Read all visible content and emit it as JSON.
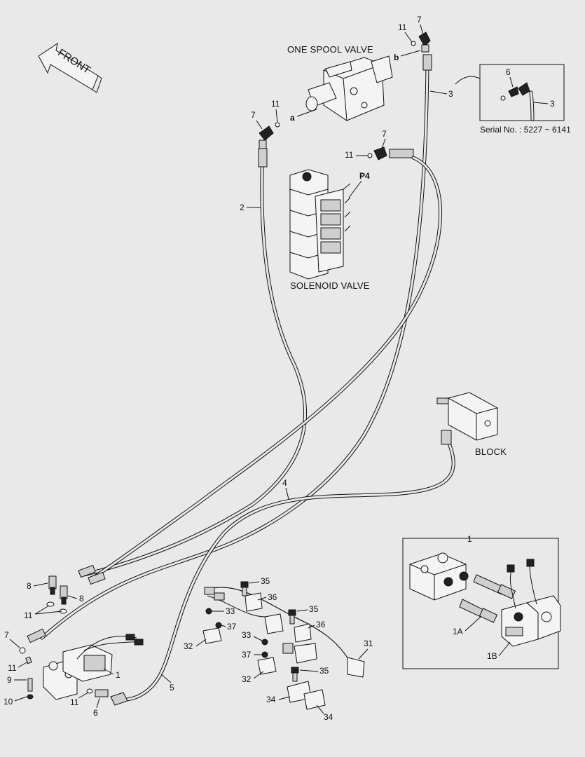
{
  "labels": {
    "front": "FRONT",
    "one_spool_valve": "ONE SPOOL VALVE",
    "solenoid_valve": "SOLENOID VALVE",
    "block": "BLOCK",
    "serial_no": "Serial No. : 5227 ~ 6141",
    "port_a": "a",
    "port_b": "b",
    "port_p4": "P4"
  },
  "inset_main": {
    "callout": "1",
    "sub_a": "1A",
    "sub_b": "1B"
  },
  "inset_serial": {
    "item_6": "6",
    "item_3": "3"
  },
  "callouts": {
    "c7_top": "7",
    "c11_top": "11",
    "c3": "3",
    "c7_left": "7",
    "c11_left": "11",
    "c2": "2",
    "c7_mid": "7",
    "c11_mid": "11",
    "c4": "4",
    "c5": "5",
    "c8_a": "8",
    "c8_b": "8",
    "c11_low": "11",
    "c7_low": "7",
    "c11_low2": "11",
    "c9": "9",
    "c10": "10",
    "c11_bot": "11",
    "c6": "6",
    "c1": "1",
    "c35_a": "35",
    "c36_a": "36",
    "c33_a": "33",
    "c37_a": "37",
    "c32_a": "32",
    "c35_b": "35",
    "c36_b": "36",
    "c33_b": "33",
    "c37_b": "37",
    "c32_b": "32",
    "c31": "31",
    "c35_c": "35",
    "c34_a": "34",
    "c34_b": "34"
  }
}
